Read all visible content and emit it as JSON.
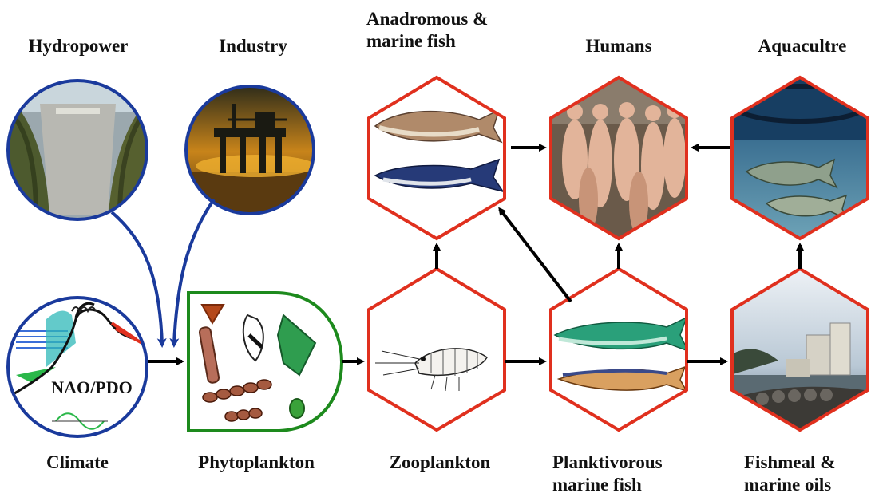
{
  "labels": {
    "hydropower": "Hydropower",
    "industry": "Industry",
    "anadromous_line1": "Anadromous &",
    "anadromous_line2": "marine fish",
    "humans": "Humans",
    "aquaculture": "Aquacultre",
    "climate": "Climate",
    "phytoplankton": "Phytoplankton",
    "zooplankton": "Zooplankton",
    "planktivorous_line1": "Planktivorous",
    "planktivorous_line2": "marine fish",
    "fishmeal_line1": "Fishmeal &",
    "fishmeal_line2": "marine oils"
  },
  "climate_annotation": "NAO/PDO",
  "colors": {
    "hexagon_border": "#e0301e",
    "circle_border": "#1a3a9c",
    "phyto_border": "#1d8a1d",
    "arrow_black": "#000000",
    "arrow_blue": "#1a3a9c"
  }
}
